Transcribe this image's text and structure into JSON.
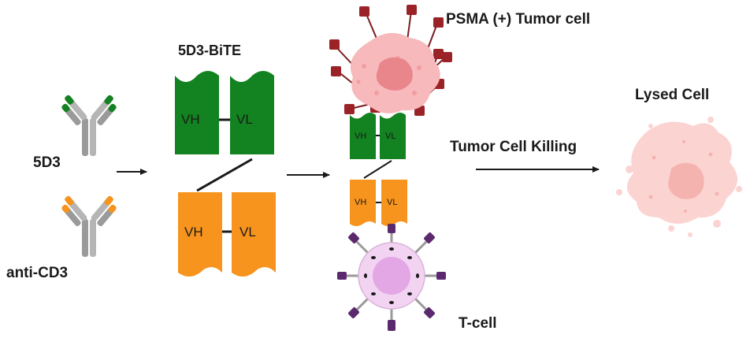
{
  "labels": {
    "antibody_1": "5D3",
    "antibody_2": "anti-CD3",
    "bite_title": "5D3-BiTE",
    "tumor_cell": "PSMA (+) Tumor cell",
    "killing": "Tumor Cell Killing",
    "lysed_cell": "Lysed Cell",
    "t_cell": "T-cell"
  },
  "domains": {
    "vh": "VH",
    "vl": "VL"
  },
  "colors": {
    "green": "#138220",
    "orange": "#f7941d",
    "tumor_fill": "#f7b9bb",
    "tumor_core": "#e8868c",
    "receptor": "#9b2226",
    "tcell_fill": "#f2d4f2",
    "tcell_core": "#e3a7e5",
    "tcell_receptor": "#5b2a6e",
    "lysed_fill": "#fbd4d2",
    "lysed_core": "#f5b3b0",
    "antibody_gray": "#9a9a9a",
    "arrow": "#1a1a1a"
  }
}
